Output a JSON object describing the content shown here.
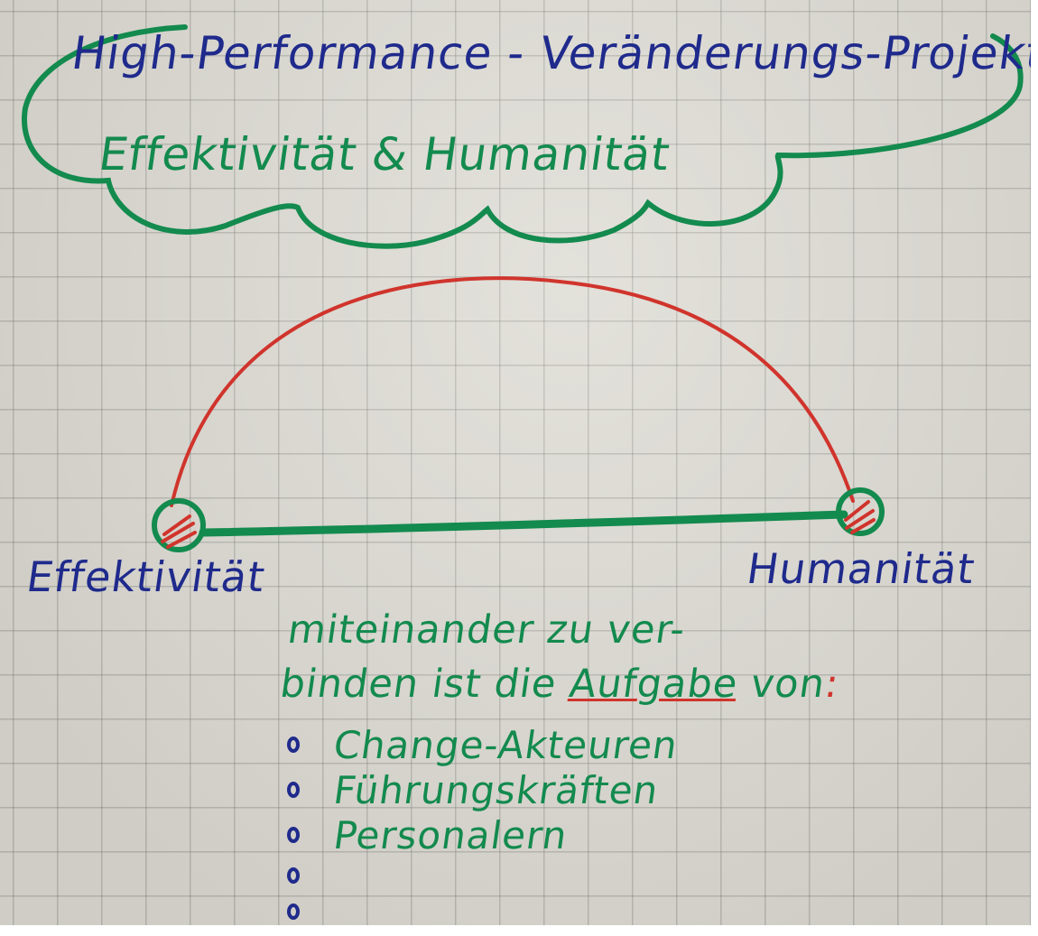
{
  "image": {
    "description_type": "handwritten flipchart photo",
    "colors": {
      "paper": "#dcdad2",
      "blue_ink": "#1f2a8c",
      "green_ink": "#138a4e",
      "red_ink": "#d0342c"
    }
  },
  "heading": {
    "title": "High-Performance - Veränderungs-Projekte",
    "subtitle": "Effektivität & Humanität"
  },
  "diagram": {
    "left_label": "Effektivität",
    "right_label": "Humanität"
  },
  "text": {
    "line1": "miteinander zu ver-",
    "line2_prefix": "binden ist die ",
    "line2_underlined": "Aufgabe",
    "line2_suffix": " von",
    "line2_colon": ":"
  },
  "bullets": [
    {
      "label": "Change-Akteuren"
    },
    {
      "label": "Führungskräften"
    },
    {
      "label": "Personalern"
    },
    {
      "label": ""
    },
    {
      "label": ""
    }
  ]
}
